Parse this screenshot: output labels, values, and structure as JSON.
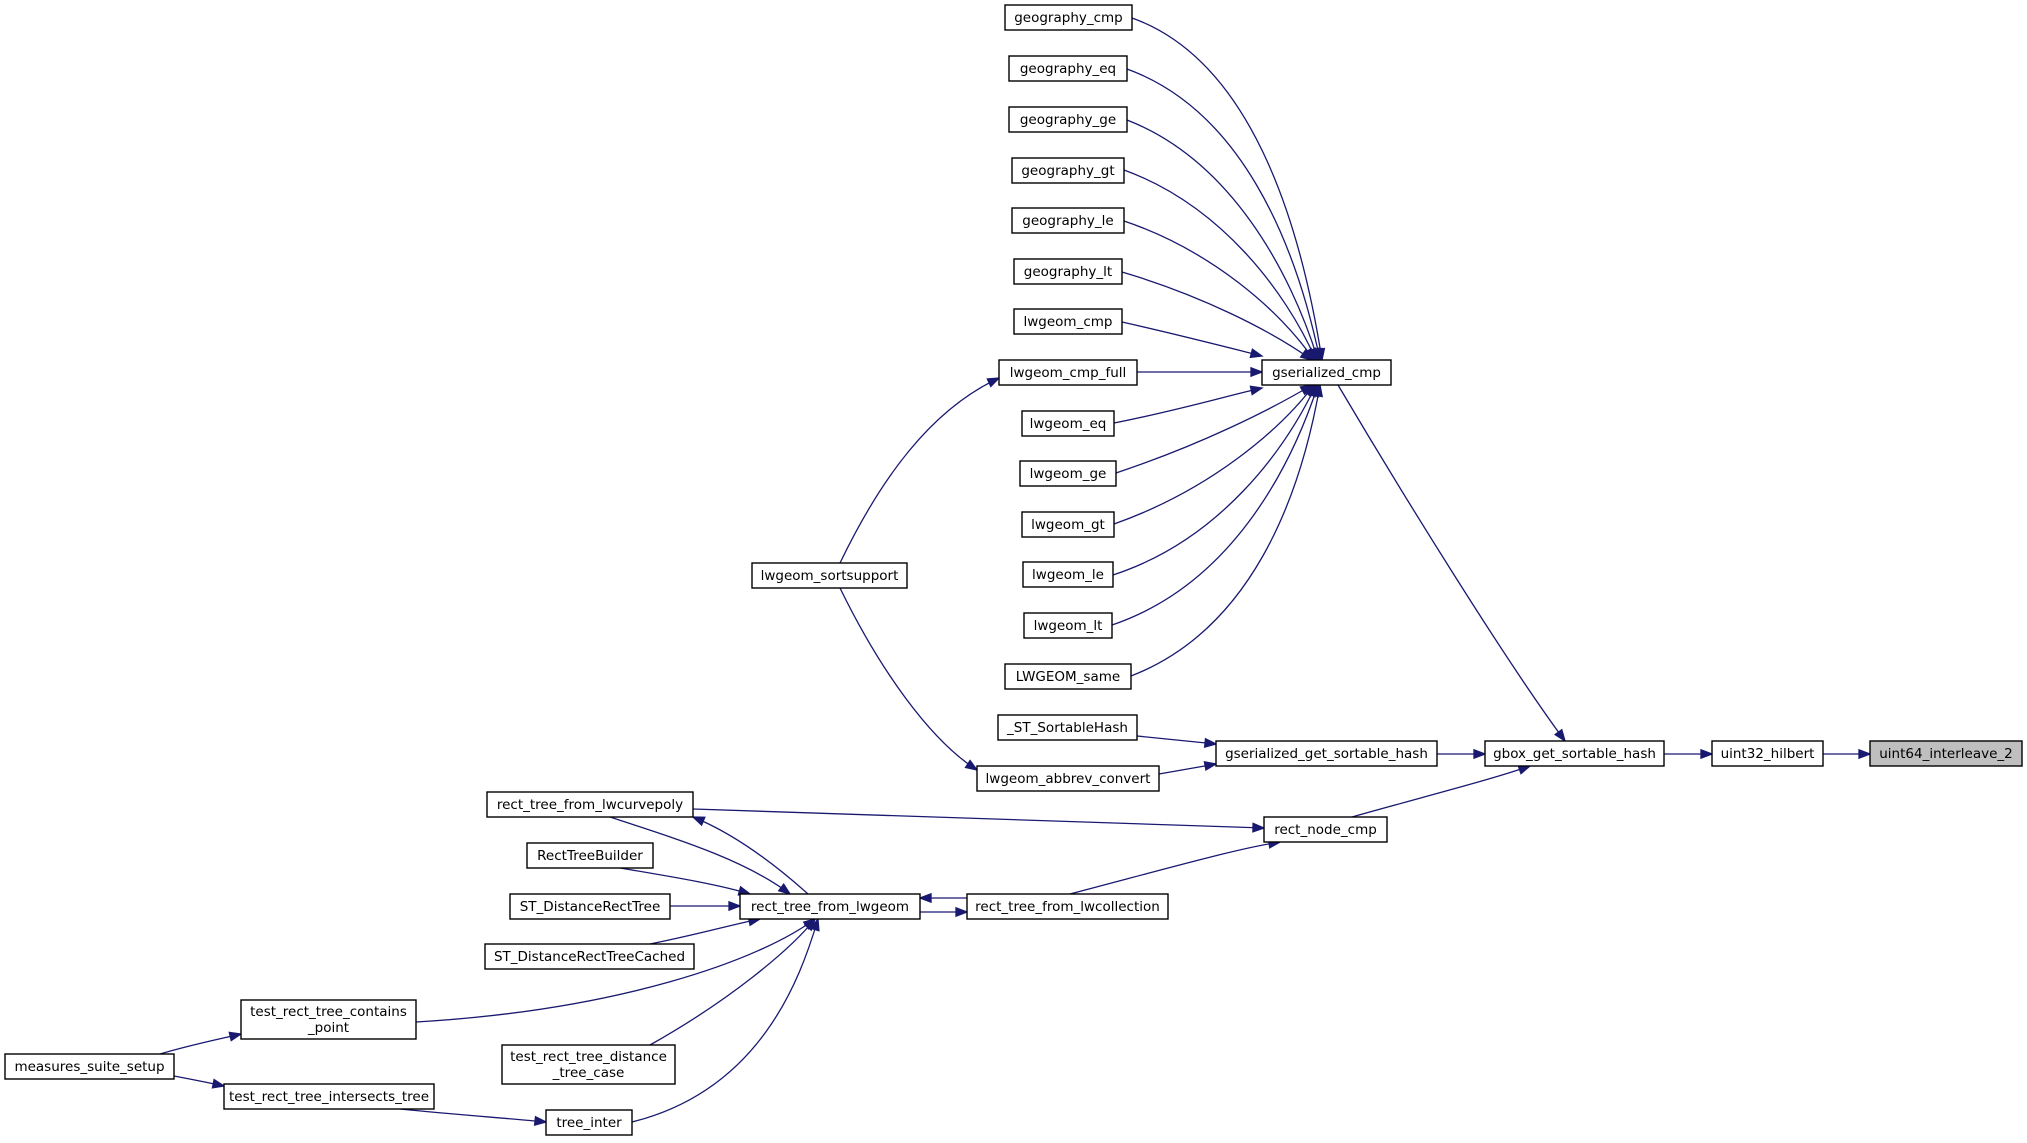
{
  "graph": {
    "edge_color": "#191970",
    "node_border_color": "#000000",
    "selected_fill": "#bfbfbf",
    "nodes": [
      {
        "id": "uint64_interleave_2",
        "lines": [
          "uint64_interleave_2"
        ],
        "selected": true
      },
      {
        "id": "uint32_hilbert",
        "lines": [
          "uint32_hilbert"
        ]
      },
      {
        "id": "gbox_get_sortable_hash",
        "lines": [
          "gbox_get_sortable_hash"
        ]
      },
      {
        "id": "gserialized_cmp",
        "lines": [
          "gserialized_cmp"
        ]
      },
      {
        "id": "gserialized_get_sortable_hash",
        "lines": [
          "gserialized_get_sortable_hash"
        ]
      },
      {
        "id": "rect_node_cmp",
        "lines": [
          "rect_node_cmp"
        ]
      },
      {
        "id": "geography_cmp",
        "lines": [
          "geography_cmp"
        ]
      },
      {
        "id": "geography_eq",
        "lines": [
          "geography_eq"
        ]
      },
      {
        "id": "geography_ge",
        "lines": [
          "geography_ge"
        ]
      },
      {
        "id": "geography_gt",
        "lines": [
          "geography_gt"
        ]
      },
      {
        "id": "geography_le",
        "lines": [
          "geography_le"
        ]
      },
      {
        "id": "geography_lt",
        "lines": [
          "geography_lt"
        ]
      },
      {
        "id": "lwgeom_cmp",
        "lines": [
          "lwgeom_cmp"
        ]
      },
      {
        "id": "lwgeom_cmp_full",
        "lines": [
          "lwgeom_cmp_full"
        ]
      },
      {
        "id": "lwgeom_eq",
        "lines": [
          "lwgeom_eq"
        ]
      },
      {
        "id": "lwgeom_ge",
        "lines": [
          "lwgeom_ge"
        ]
      },
      {
        "id": "lwgeom_gt",
        "lines": [
          "lwgeom_gt"
        ]
      },
      {
        "id": "lwgeom_le",
        "lines": [
          "lwgeom_le"
        ]
      },
      {
        "id": "lwgeom_lt",
        "lines": [
          "lwgeom_lt"
        ]
      },
      {
        "id": "LWGEOM_same",
        "lines": [
          "LWGEOM_same"
        ]
      },
      {
        "id": "lwgeom_sortsupport",
        "lines": [
          "lwgeom_sortsupport"
        ]
      },
      {
        "id": "_ST_SortableHash",
        "lines": [
          "_ST_SortableHash"
        ]
      },
      {
        "id": "lwgeom_abbrev_convert",
        "lines": [
          "lwgeom_abbrev_convert"
        ]
      },
      {
        "id": "rect_tree_from_lwcurvepoly",
        "lines": [
          "rect_tree_from_lwcurvepoly"
        ]
      },
      {
        "id": "rect_tree_from_lwgeom",
        "lines": [
          "rect_tree_from_lwgeom"
        ]
      },
      {
        "id": "rect_tree_from_lwcollection",
        "lines": [
          "rect_tree_from_lwcollection"
        ]
      },
      {
        "id": "RectTreeBuilder",
        "lines": [
          "RectTreeBuilder"
        ]
      },
      {
        "id": "ST_DistanceRectTree",
        "lines": [
          "ST_DistanceRectTree"
        ]
      },
      {
        "id": "ST_DistanceRectTreeCached",
        "lines": [
          "ST_DistanceRectTreeCached"
        ]
      },
      {
        "id": "test_rect_tree_contains_point",
        "lines": [
          "test_rect_tree_contains",
          "_point"
        ]
      },
      {
        "id": "test_rect_tree_distance_tree_case",
        "lines": [
          "test_rect_tree_distance",
          "_tree_case"
        ]
      },
      {
        "id": "test_rect_tree_intersects_tree",
        "lines": [
          "test_rect_tree_intersects_tree"
        ]
      },
      {
        "id": "tree_inter",
        "lines": [
          "tree_inter"
        ]
      },
      {
        "id": "measures_suite_setup",
        "lines": [
          "measures_suite_setup"
        ]
      }
    ],
    "edges": [
      {
        "from": "uint32_hilbert",
        "to": "uint64_interleave_2"
      },
      {
        "from": "gbox_get_sortable_hash",
        "to": "uint32_hilbert"
      },
      {
        "from": "gserialized_cmp",
        "to": "gbox_get_sortable_hash"
      },
      {
        "from": "gserialized_get_sortable_hash",
        "to": "gbox_get_sortable_hash"
      },
      {
        "from": "rect_node_cmp",
        "to": "gbox_get_sortable_hash"
      },
      {
        "from": "geography_cmp",
        "to": "gserialized_cmp"
      },
      {
        "from": "geography_eq",
        "to": "gserialized_cmp"
      },
      {
        "from": "geography_ge",
        "to": "gserialized_cmp"
      },
      {
        "from": "geography_gt",
        "to": "gserialized_cmp"
      },
      {
        "from": "geography_le",
        "to": "gserialized_cmp"
      },
      {
        "from": "geography_lt",
        "to": "gserialized_cmp"
      },
      {
        "from": "lwgeom_cmp",
        "to": "gserialized_cmp"
      },
      {
        "from": "lwgeom_cmp_full",
        "to": "gserialized_cmp"
      },
      {
        "from": "lwgeom_eq",
        "to": "gserialized_cmp"
      },
      {
        "from": "lwgeom_ge",
        "to": "gserialized_cmp"
      },
      {
        "from": "lwgeom_gt",
        "to": "gserialized_cmp"
      },
      {
        "from": "lwgeom_le",
        "to": "gserialized_cmp"
      },
      {
        "from": "lwgeom_lt",
        "to": "gserialized_cmp"
      },
      {
        "from": "LWGEOM_same",
        "to": "gserialized_cmp"
      },
      {
        "from": "lwgeom_sortsupport",
        "to": "lwgeom_cmp_full"
      },
      {
        "from": "lwgeom_sortsupport",
        "to": "lwgeom_abbrev_convert"
      },
      {
        "from": "_ST_SortableHash",
        "to": "gserialized_get_sortable_hash"
      },
      {
        "from": "lwgeom_abbrev_convert",
        "to": "gserialized_get_sortable_hash"
      },
      {
        "from": "rect_tree_from_lwcurvepoly",
        "to": "rect_node_cmp"
      },
      {
        "from": "rect_tree_from_lwcollection",
        "to": "rect_node_cmp"
      },
      {
        "from": "rect_tree_from_lwgeom",
        "to": "rect_tree_from_lwcollection"
      },
      {
        "from": "rect_tree_from_lwcollection",
        "to": "rect_tree_from_lwgeom"
      },
      {
        "from": "rect_tree_from_lwgeom",
        "to": "rect_tree_from_lwcurvepoly"
      },
      {
        "from": "rect_tree_from_lwcurvepoly",
        "to": "rect_tree_from_lwgeom"
      },
      {
        "from": "RectTreeBuilder",
        "to": "rect_tree_from_lwgeom"
      },
      {
        "from": "ST_DistanceRectTree",
        "to": "rect_tree_from_lwgeom"
      },
      {
        "from": "ST_DistanceRectTreeCached",
        "to": "rect_tree_from_lwgeom"
      },
      {
        "from": "test_rect_tree_contains_point",
        "to": "rect_tree_from_lwgeom"
      },
      {
        "from": "test_rect_tree_distance_tree_case",
        "to": "rect_tree_from_lwgeom"
      },
      {
        "from": "tree_inter",
        "to": "rect_tree_from_lwgeom"
      },
      {
        "from": "test_rect_tree_intersects_tree",
        "to": "tree_inter"
      },
      {
        "from": "measures_suite_setup",
        "to": "test_rect_tree_contains_point"
      },
      {
        "from": "measures_suite_setup",
        "to": "test_rect_tree_intersects_tree"
      }
    ]
  }
}
